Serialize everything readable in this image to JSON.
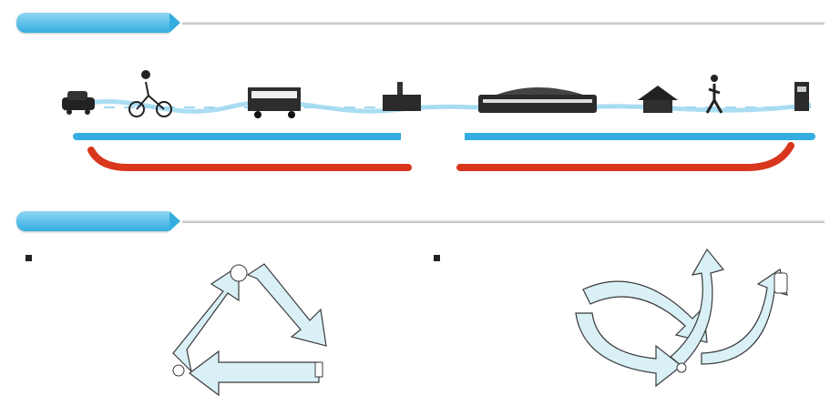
{
  "sections": [
    {
      "id": "journey",
      "title": ""
    },
    {
      "id": "daily",
      "title": ""
    }
  ],
  "journey": {
    "stops": [
      {
        "icon": "car-icon",
        "label": ""
      },
      {
        "icon": "cyclist-icon",
        "label": ""
      },
      {
        "icon": "truck-icon",
        "label": ""
      },
      {
        "icon": "farm-shop-icon",
        "label": ""
      },
      {
        "icon": "train-icon",
        "label": ""
      },
      {
        "icon": "house-icon",
        "label": ""
      },
      {
        "icon": "walker-icon",
        "label": ""
      },
      {
        "icon": "gas-pump-icon",
        "label": ""
      }
    ],
    "blue_bar_label": "",
    "red_bar_label": ""
  },
  "cycles": [
    {
      "id": "left",
      "heading": "",
      "subheading": "",
      "center_label": "",
      "right_label": "",
      "bottom_label": "",
      "side_labels": [
        "",
        ""
      ]
    },
    {
      "id": "right",
      "heading": "",
      "subheading": "",
      "top_label": "",
      "left_label": "",
      "right_label": "",
      "bottom_label": "",
      "side_labels": [
        "",
        "",
        ""
      ]
    }
  ],
  "colors": {
    "accent_blue": "#34aee0",
    "red": "#d9361e",
    "arrow_fill": "#d9f0f7"
  }
}
